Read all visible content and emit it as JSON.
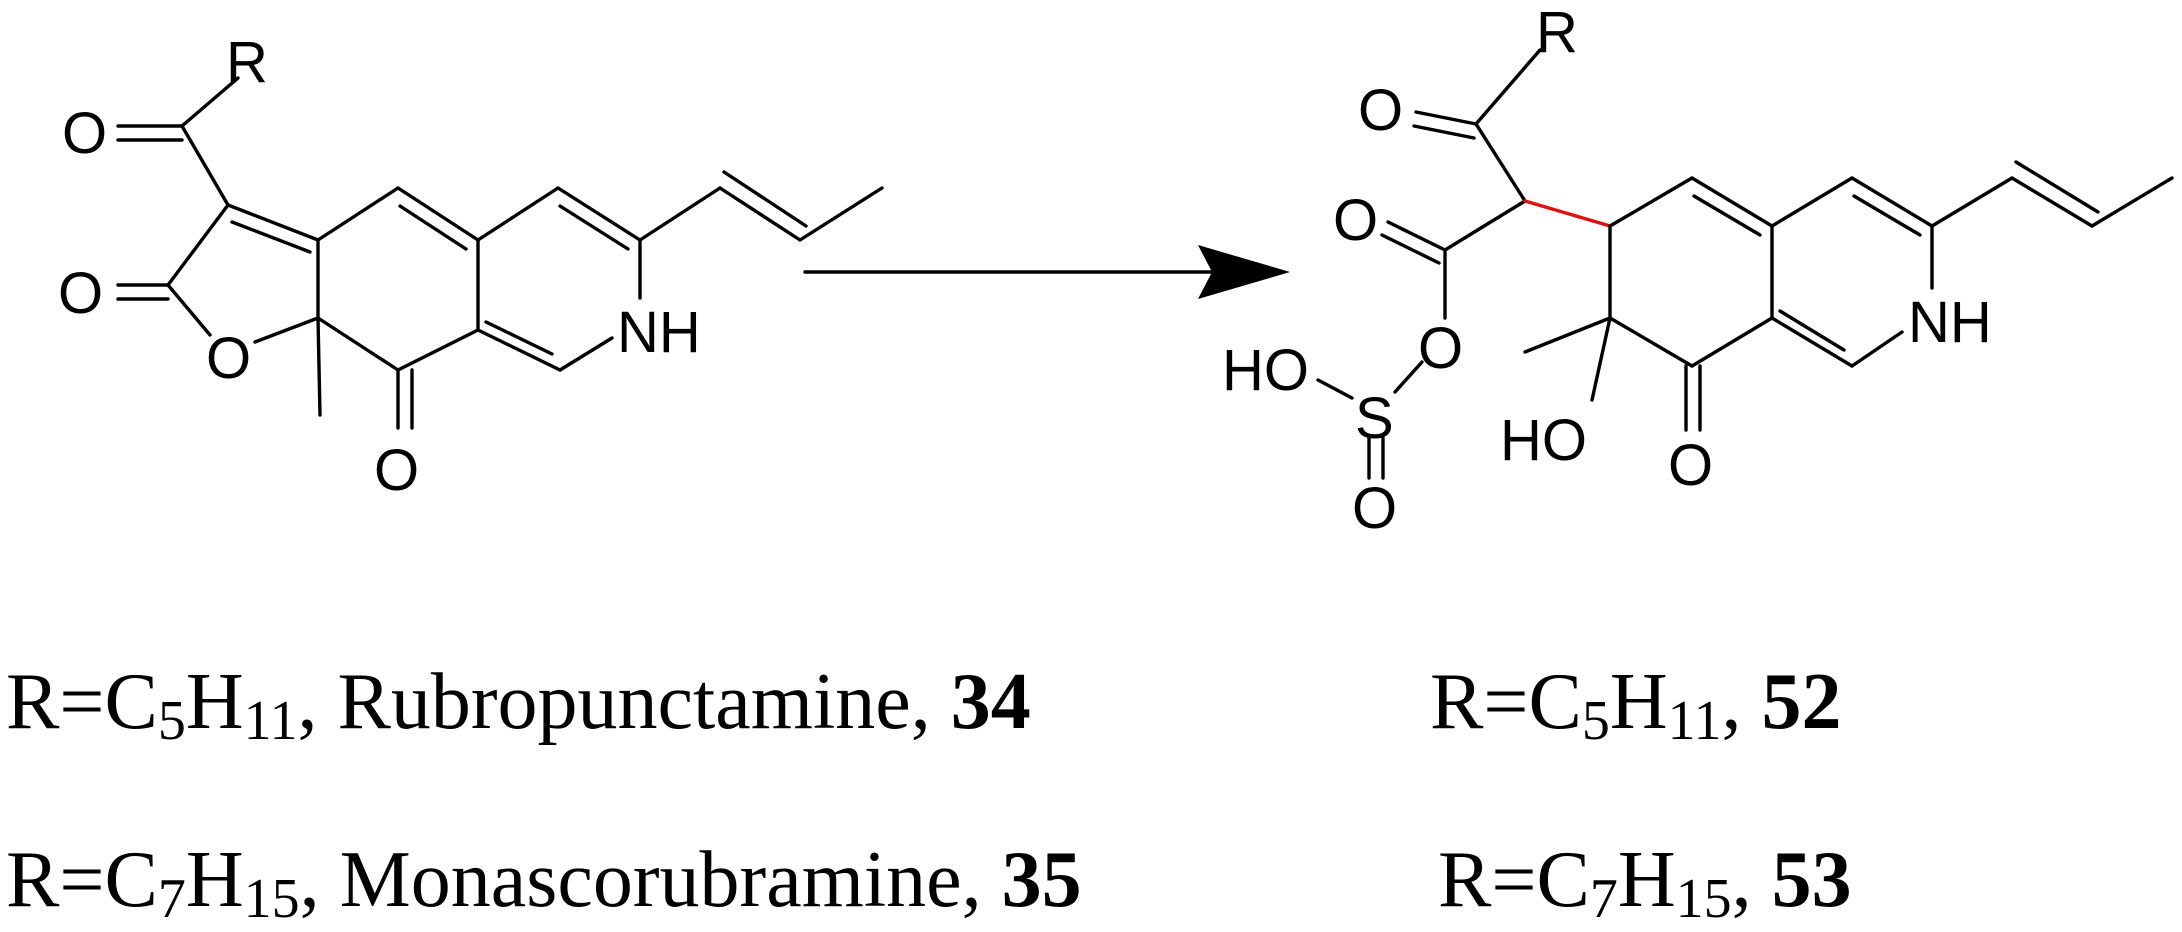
{
  "reactant": {
    "atoms": {
      "r": "R",
      "acyl_o": "O",
      "lactone_o": "O",
      "ring_o": "O",
      "ketone_o": "O",
      "nh": "NH"
    }
  },
  "product": {
    "atoms": {
      "r": "R",
      "acyl_o": "O",
      "ester_o": "O",
      "link_o": "O",
      "ho_s": "HO",
      "s": "S",
      "s_o": "O",
      "ho_c": "HO",
      "ketone_o": "O",
      "nh": "NH"
    }
  },
  "captions": {
    "left_row1": {
      "prefix": "R=C",
      "n1": "5",
      "mid": "H",
      "n2": "11",
      "name": ", Rubropunctamine, ",
      "compound": "34"
    },
    "left_row2": {
      "prefix": "R=C",
      "n1": "7",
      "mid": "H",
      "n2": "15",
      "name": ", Monascorubramine, ",
      "compound": "35"
    },
    "right_row1": {
      "prefix": "R=C",
      "n1": "5",
      "mid": "H",
      "n2": "11",
      "name": ", ",
      "compound": "52"
    },
    "right_row2": {
      "prefix": "R=C",
      "n1": "7",
      "mid": "H",
      "n2": "15",
      "name": ", ",
      "compound": "53"
    }
  },
  "colors": {
    "new_bond": "#e01010",
    "ink": "#000000"
  }
}
